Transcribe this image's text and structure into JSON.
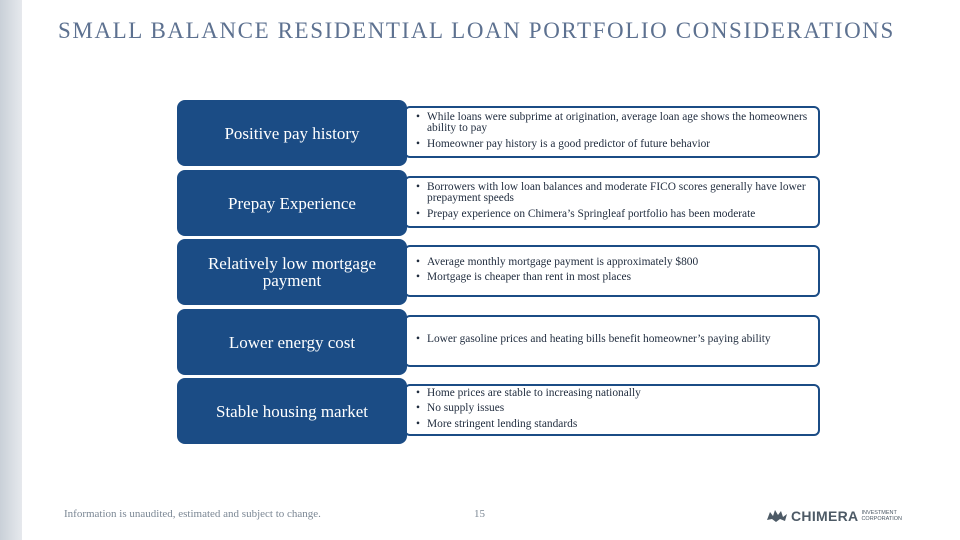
{
  "title": "SMALL BALANCE RESIDENTIAL LOAN PORTFOLIO CONSIDERATIONS",
  "rows": [
    {
      "label": "Positive pay history",
      "bullets": [
        "While loans were subprime at origination, average loan age shows the homeowners ability to pay",
        "Homeowner pay history is a good predictor of future behavior"
      ]
    },
    {
      "label": "Prepay Experience",
      "bullets": [
        "Borrowers with low loan balances and moderate FICO scores generally have lower prepayment speeds",
        "Prepay experience on Chimera’s Springleaf portfolio  has been moderate"
      ]
    },
    {
      "label": "Relatively low mortgage payment",
      "bullets": [
        "Average monthly mortgage payment is approximately $800",
        "Mortgage is cheaper than rent in most places"
      ]
    },
    {
      "label": "Lower energy cost",
      "bullets": [
        "Lower gasoline prices and heating bills benefit homeowner’s paying ability"
      ]
    },
    {
      "label": "Stable housing market",
      "bullets": [
        "Home prices are stable to increasing nationally",
        "No supply issues",
        "More stringent lending standards"
      ]
    }
  ],
  "footer": {
    "note": "Information is unaudited, estimated and subject to change.",
    "page_number": "15"
  },
  "logo": {
    "name": "CHIMERA",
    "sub_line1": "INVESTMENT",
    "sub_line2": "CORPORATION",
    "icon": "chimera-logo-mark",
    "color": "#4d5a66"
  },
  "colors": {
    "accent": "#1b4c85",
    "title": "#5d7190"
  }
}
